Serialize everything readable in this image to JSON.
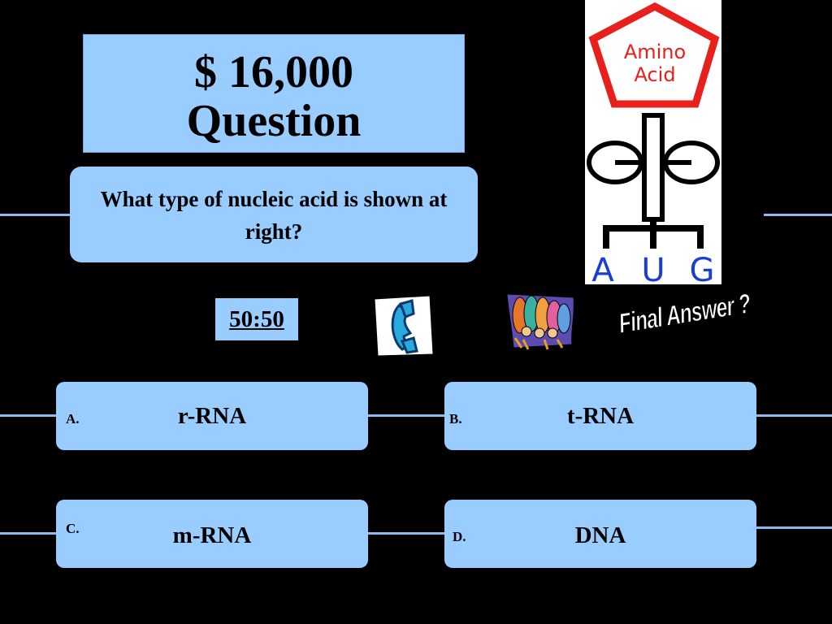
{
  "prize": {
    "amount": "$ 16,000",
    "label": "Question"
  },
  "question": {
    "text": "What type of nucleic acid is shown at right?"
  },
  "answers": [
    {
      "letter": "A.",
      "text": "r-RNA"
    },
    {
      "letter": "B.",
      "text": "t-RNA"
    },
    {
      "letter": "C.",
      "text": "m-RNA"
    },
    {
      "letter": "D.",
      "text": "DNA"
    }
  ],
  "lifelines": {
    "fifty_fifty": "50:50",
    "phone_icon": "phone-a-friend-icon",
    "audience_icon": "ask-the-audience-icon"
  },
  "final_answer": "Final Answer ?",
  "diagram": {
    "top_label_line1": "Amino",
    "top_label_line2": "Acid",
    "codon_letters": [
      "A",
      "U",
      "G"
    ]
  },
  "colors": {
    "panel": "#99ccff",
    "background": "#000000",
    "connector": "#8fb8f0",
    "pentagon": "#e8201c",
    "codon": "#1a3fd0",
    "phone": "#2aa8e0"
  }
}
